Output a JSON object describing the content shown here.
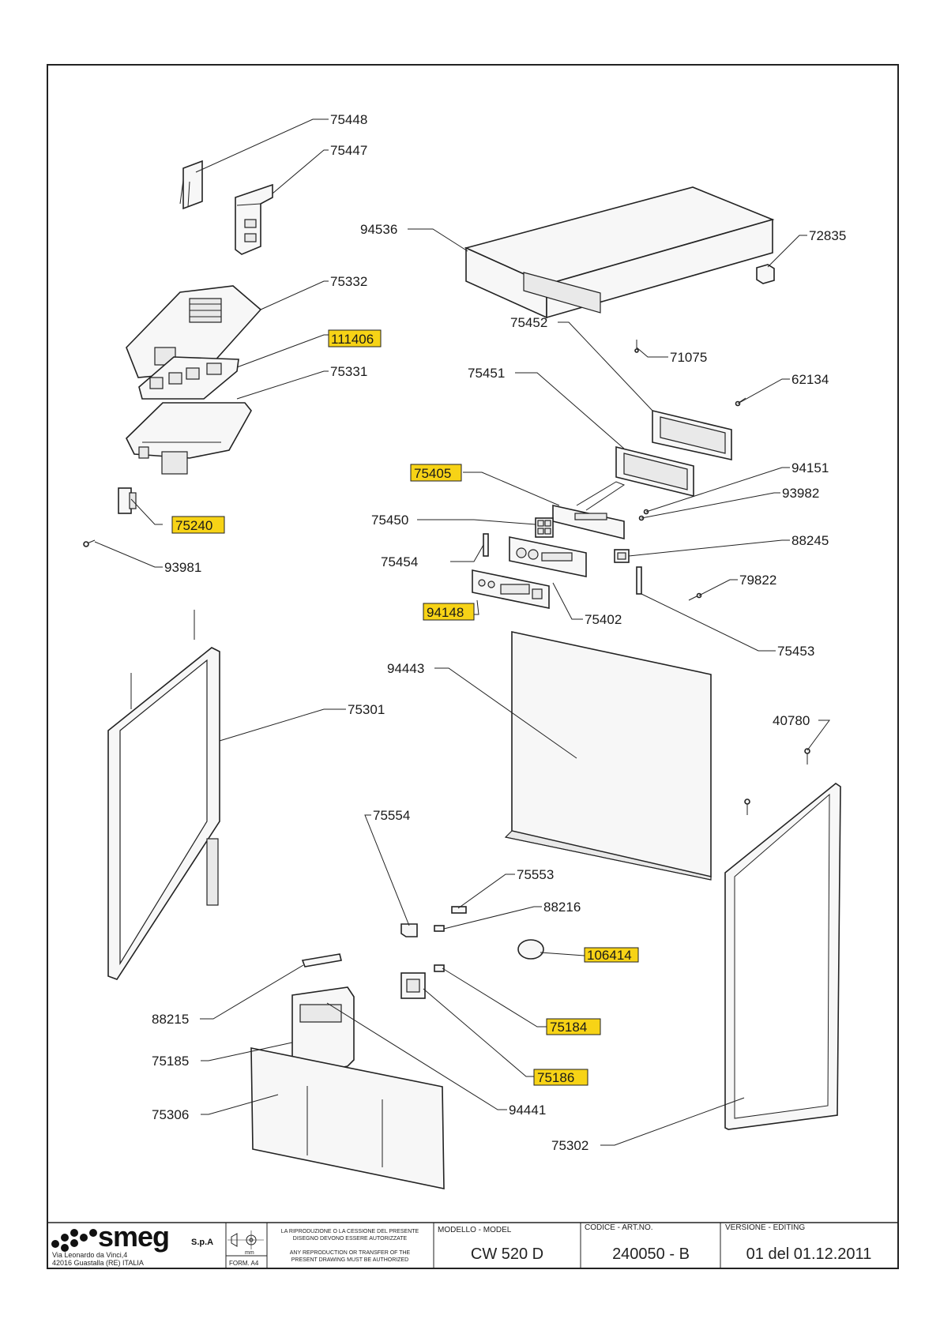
{
  "parts": [
    {
      "id": "p75448",
      "label": "75448",
      "highlighted": false
    },
    {
      "id": "p75447",
      "label": "75447",
      "highlighted": false
    },
    {
      "id": "p94536",
      "label": "94536",
      "highlighted": false
    },
    {
      "id": "p72835",
      "label": "72835",
      "highlighted": false
    },
    {
      "id": "p75332",
      "label": "75332",
      "highlighted": false
    },
    {
      "id": "p111406",
      "label": "111406",
      "highlighted": true
    },
    {
      "id": "p75331",
      "label": "75331",
      "highlighted": false
    },
    {
      "id": "p75452",
      "label": "75452",
      "highlighted": false
    },
    {
      "id": "p71075",
      "label": "71075",
      "highlighted": false
    },
    {
      "id": "p75451",
      "label": "75451",
      "highlighted": false
    },
    {
      "id": "p62134",
      "label": "62134",
      "highlighted": false
    },
    {
      "id": "p75405",
      "label": "75405",
      "highlighted": true
    },
    {
      "id": "p94151",
      "label": "94151",
      "highlighted": false
    },
    {
      "id": "p93982",
      "label": "93982",
      "highlighted": false
    },
    {
      "id": "p75240",
      "label": "75240",
      "highlighted": true
    },
    {
      "id": "p75450",
      "label": "75450",
      "highlighted": false
    },
    {
      "id": "p88245",
      "label": "88245",
      "highlighted": false
    },
    {
      "id": "p93981",
      "label": "93981",
      "highlighted": false
    },
    {
      "id": "p75454",
      "label": "75454",
      "highlighted": false
    },
    {
      "id": "p79822",
      "label": "79822",
      "highlighted": false
    },
    {
      "id": "p94148",
      "label": "94148",
      "highlighted": true
    },
    {
      "id": "p75402",
      "label": "75402",
      "highlighted": false
    },
    {
      "id": "p75453",
      "label": "75453",
      "highlighted": false
    },
    {
      "id": "p94443",
      "label": "94443",
      "highlighted": false
    },
    {
      "id": "p75301",
      "label": "75301",
      "highlighted": false
    },
    {
      "id": "p40780",
      "label": "40780",
      "highlighted": false
    },
    {
      "id": "p75554",
      "label": "75554",
      "highlighted": false
    },
    {
      "id": "p75553",
      "label": "75553",
      "highlighted": false
    },
    {
      "id": "p88216",
      "label": "88216",
      "highlighted": false
    },
    {
      "id": "p106414",
      "label": "106414",
      "highlighted": true
    },
    {
      "id": "p75184",
      "label": "75184",
      "highlighted": true
    },
    {
      "id": "p88215",
      "label": "88215",
      "highlighted": false
    },
    {
      "id": "p75185",
      "label": "75185",
      "highlighted": false
    },
    {
      "id": "p75186",
      "label": "75186",
      "highlighted": true
    },
    {
      "id": "p75306",
      "label": "75306",
      "highlighted": false
    },
    {
      "id": "p94441",
      "label": "94441",
      "highlighted": false
    },
    {
      "id": "p75302",
      "label": "75302",
      "highlighted": false
    }
  ],
  "title_block": {
    "brand": "smeg",
    "brand_suffix": "S.p.A",
    "address_line1": "Via Leonardo da Vinci,4",
    "address_line2": "42016  Guastalla (RE) ITALIA",
    "form": "FORM. A4",
    "unit": "mm",
    "notice_it_1": "LA RIPRODUZIONE O LA CESSIONE DEL PRESENTE",
    "notice_it_2": "DISEGNO DEVONO ESSERE AUTORIZZATE",
    "notice_en_1": "ANY REPRODUCTION OR TRANSFER OF THE",
    "notice_en_2": "PRESENT DRAWING MUST BE AUTHORIZED",
    "model_header": "MODELLO - MODEL",
    "model_value": "CW 520 D",
    "code_header": "CODICE - ART.NO.",
    "code_value": "240050 - B",
    "version_header": "VERSIONE - EDITING",
    "version_value": "01 del 01.12.2011"
  },
  "colors": {
    "highlight": "#f7d316",
    "line": "#222222"
  }
}
